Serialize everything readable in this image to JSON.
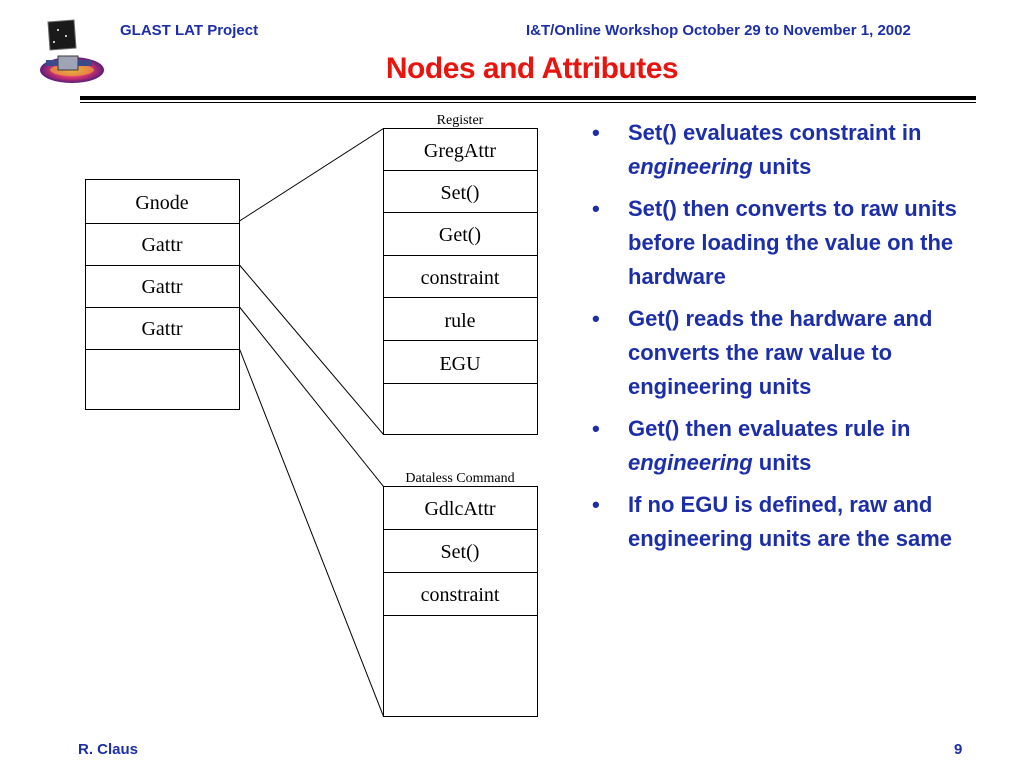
{
  "header": {
    "project": "GLAST LAT Project",
    "event": "I&T/Online Workshop October 29 to November 1, 2002"
  },
  "title": "Nodes and Attributes",
  "diagram": {
    "gnode_table": [
      "Gnode",
      "Gattr",
      "Gattr",
      "Gattr"
    ],
    "register": {
      "caption": "Register",
      "rows": [
        "GregAttr",
        "Set()",
        "Get()",
        "constraint",
        "rule",
        "EGU"
      ]
    },
    "command": {
      "caption": "Dataless Command",
      "rows": [
        "GdlcAttr",
        "Set()",
        "constraint"
      ]
    }
  },
  "bullets": [
    {
      "parts": [
        {
          "t": "Set() evaluates constraint in "
        },
        {
          "t": "engineering",
          "i": true
        },
        {
          "t": " units"
        }
      ]
    },
    {
      "parts": [
        {
          "t": "Set() then converts to raw units before loading the value on the hardware"
        }
      ]
    },
    {
      "parts": [
        {
          "t": "Get() reads the hardware and converts the raw value to engineering units"
        }
      ]
    },
    {
      "parts": [
        {
          "t": "Get() then evaluates rule in "
        },
        {
          "t": "engineering",
          "i": true
        },
        {
          "t": " units"
        }
      ]
    },
    {
      "parts": [
        {
          "t": "If no EGU is defined, raw and engineering units are the same"
        }
      ]
    }
  ],
  "footer": {
    "author": "R. Claus",
    "page": "9"
  },
  "colors": {
    "header_text": "#1c2fa8",
    "title": "#e8150f",
    "bullet_text": "#1c2fa8"
  }
}
